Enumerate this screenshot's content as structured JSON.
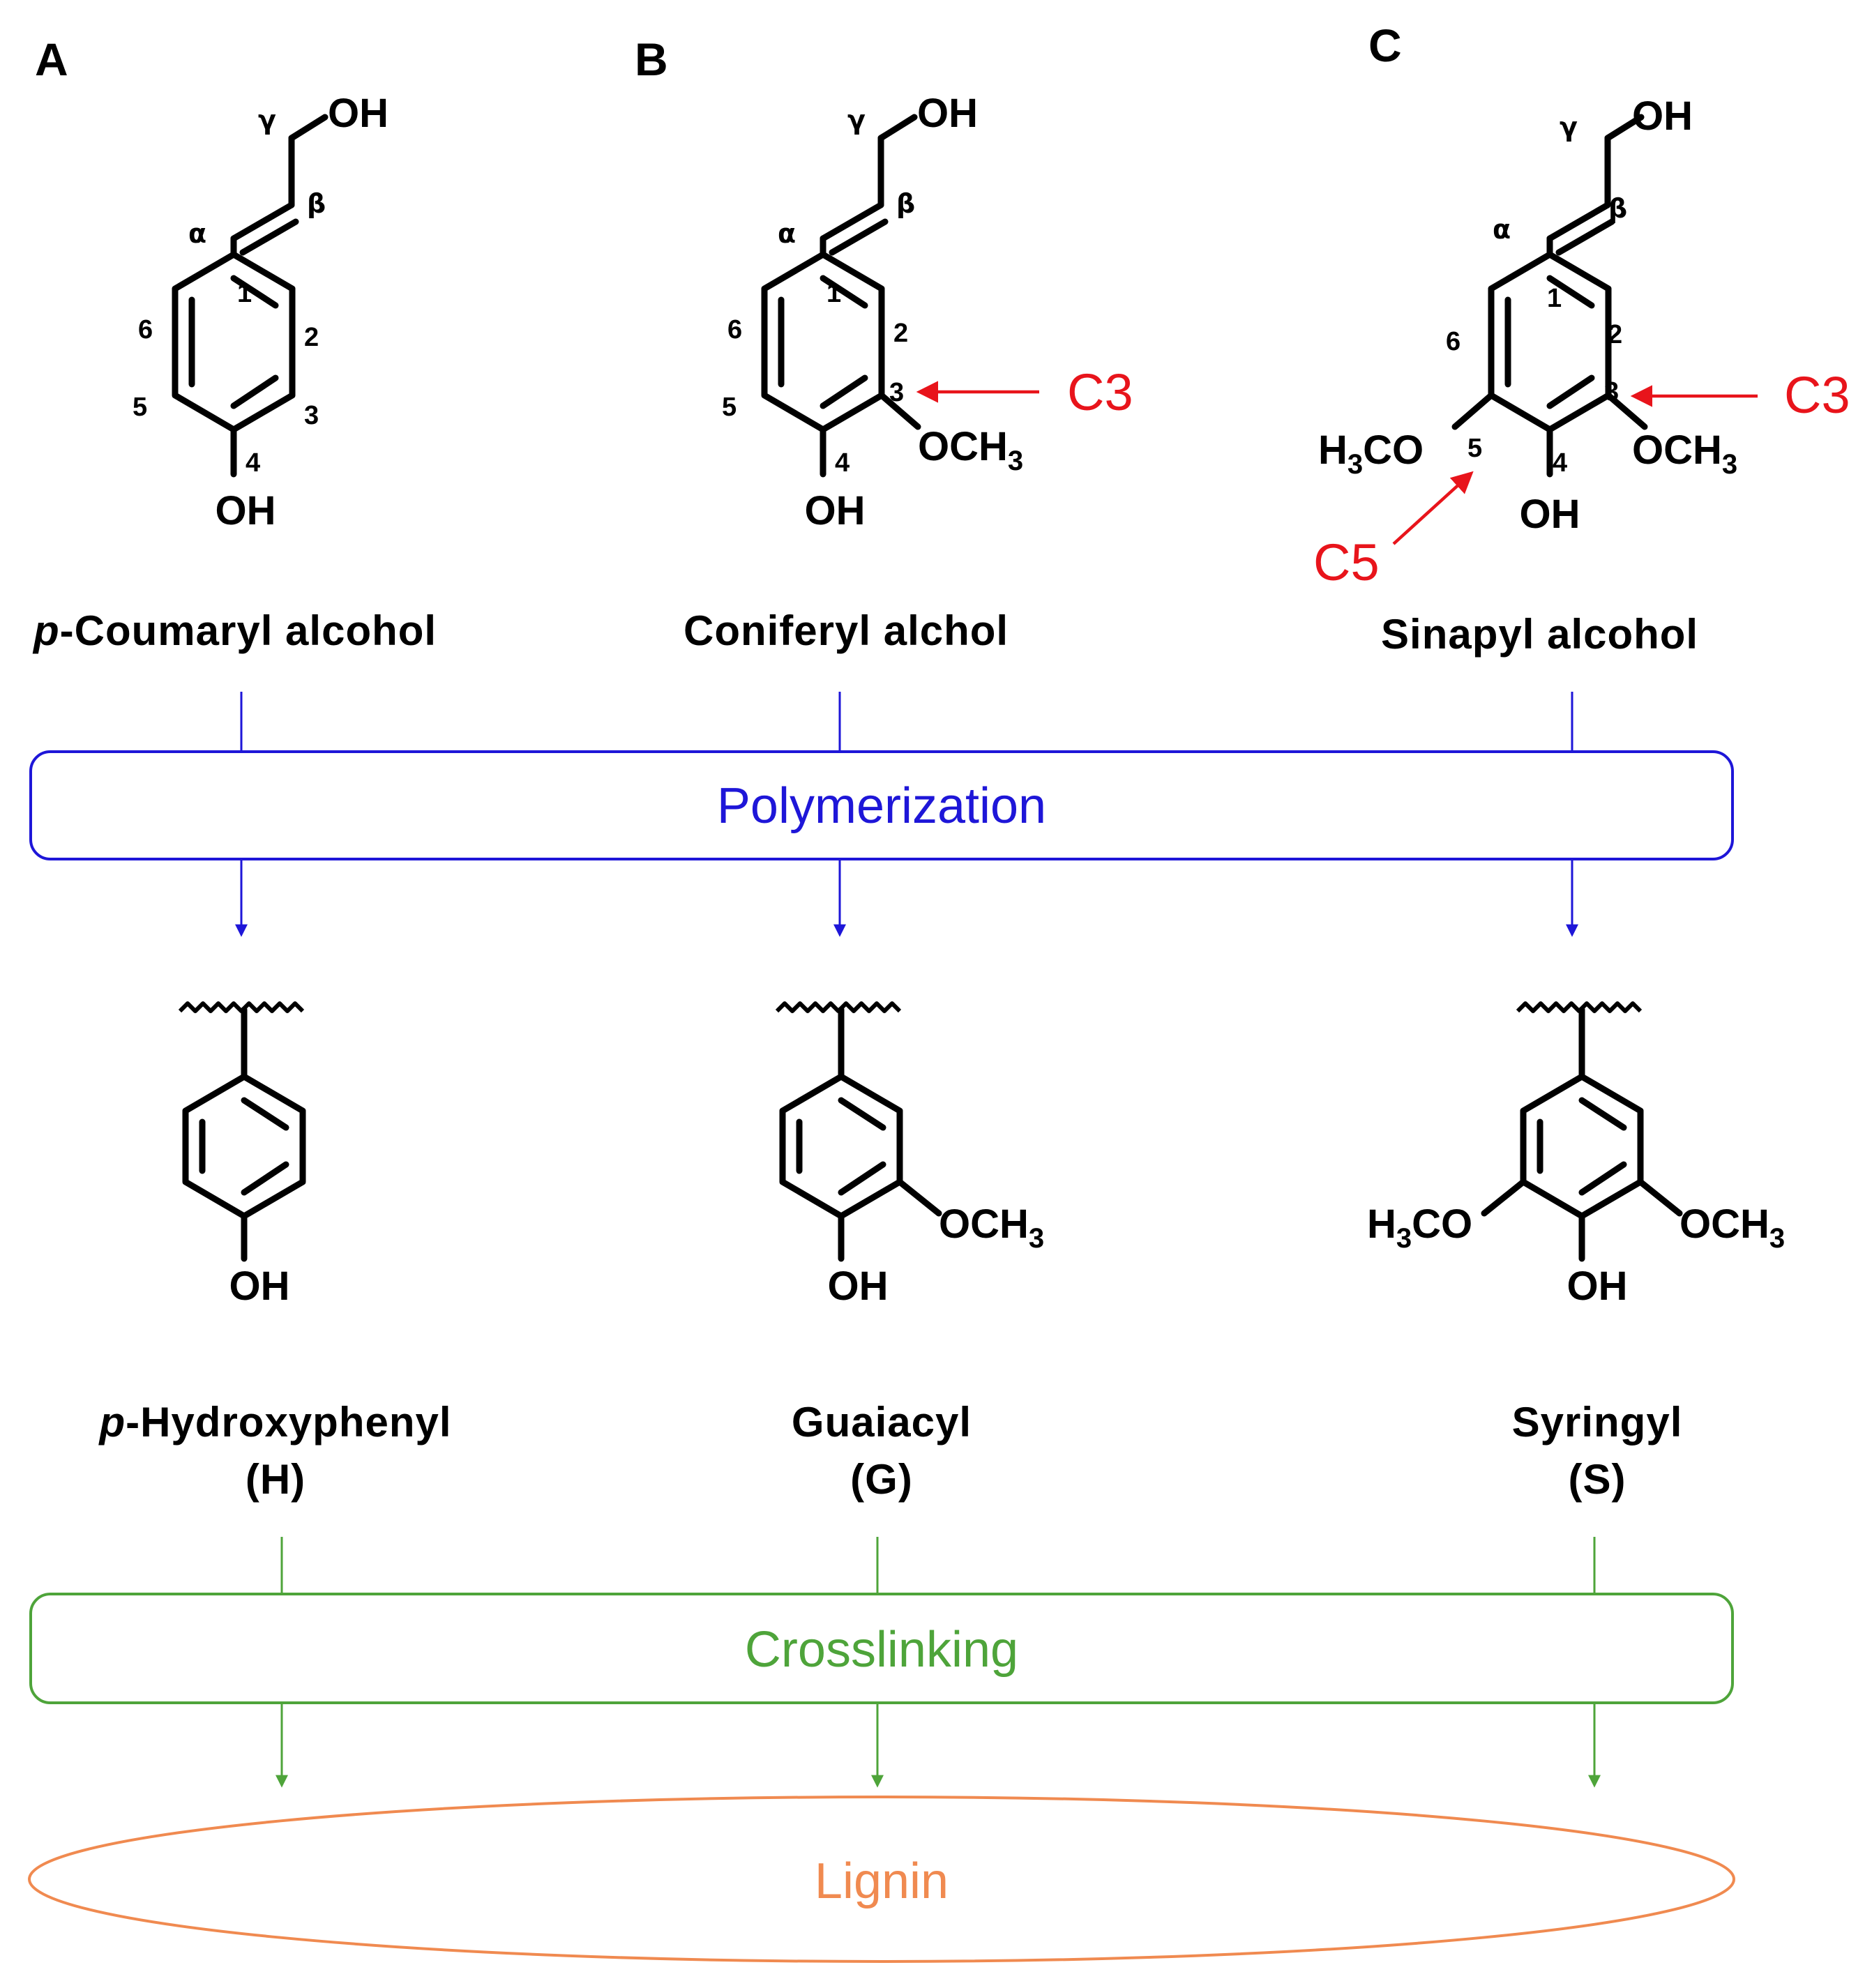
{
  "panels": [
    "A",
    "B",
    "C"
  ],
  "monomers": [
    {
      "name_prefix": "p",
      "name": "-Coumaryl alcohol",
      "oh_chain": "OH",
      "oh_ring": "OH",
      "ring_numbers": [
        "1",
        "2",
        "3",
        "4",
        "5",
        "6"
      ],
      "greek": [
        "α",
        "β",
        "γ"
      ]
    },
    {
      "name": "Coniferyl alchol",
      "oh_chain": "OH",
      "oh_ring": "OH",
      "methoxy_right": "OCH3",
      "ring_numbers": [
        "1",
        "2",
        "3",
        "4",
        "5",
        "6"
      ],
      "greek": [
        "α",
        "β",
        "γ"
      ],
      "arrow_c3": "C3"
    },
    {
      "name": "Sinapyl alcohol",
      "oh_chain": "OH",
      "oh_ring": "OH",
      "methoxy_right": "OCH3",
      "methoxy_left": "H3CO",
      "ring_numbers": [
        "1",
        "2",
        "3",
        "4",
        "5",
        "6"
      ],
      "greek": [
        "α",
        "β",
        "γ"
      ],
      "arrow_c3": "C3",
      "arrow_c5": "C5"
    }
  ],
  "units": [
    {
      "name_prefix": "p",
      "name": "-Hydroxyphenyl",
      "abbr": "(H)",
      "oh": "OH"
    },
    {
      "name": "Guaiacyl",
      "abbr": "(G)",
      "oh": "OH",
      "methoxy_right": "OCH3"
    },
    {
      "name": "Syringyl",
      "abbr": "(S)",
      "oh": "OH",
      "methoxy_right": "OCH3",
      "methoxy_left": "H3CO"
    }
  ],
  "stages": {
    "polymerization": "Polymerization",
    "crosslinking": "Crosslinking",
    "product": "Lignin"
  },
  "colors": {
    "polymerization": "#1e16d8",
    "crosslinking": "#4ea43a",
    "lignin": "#f08a50",
    "arrow": "#e8141b"
  }
}
